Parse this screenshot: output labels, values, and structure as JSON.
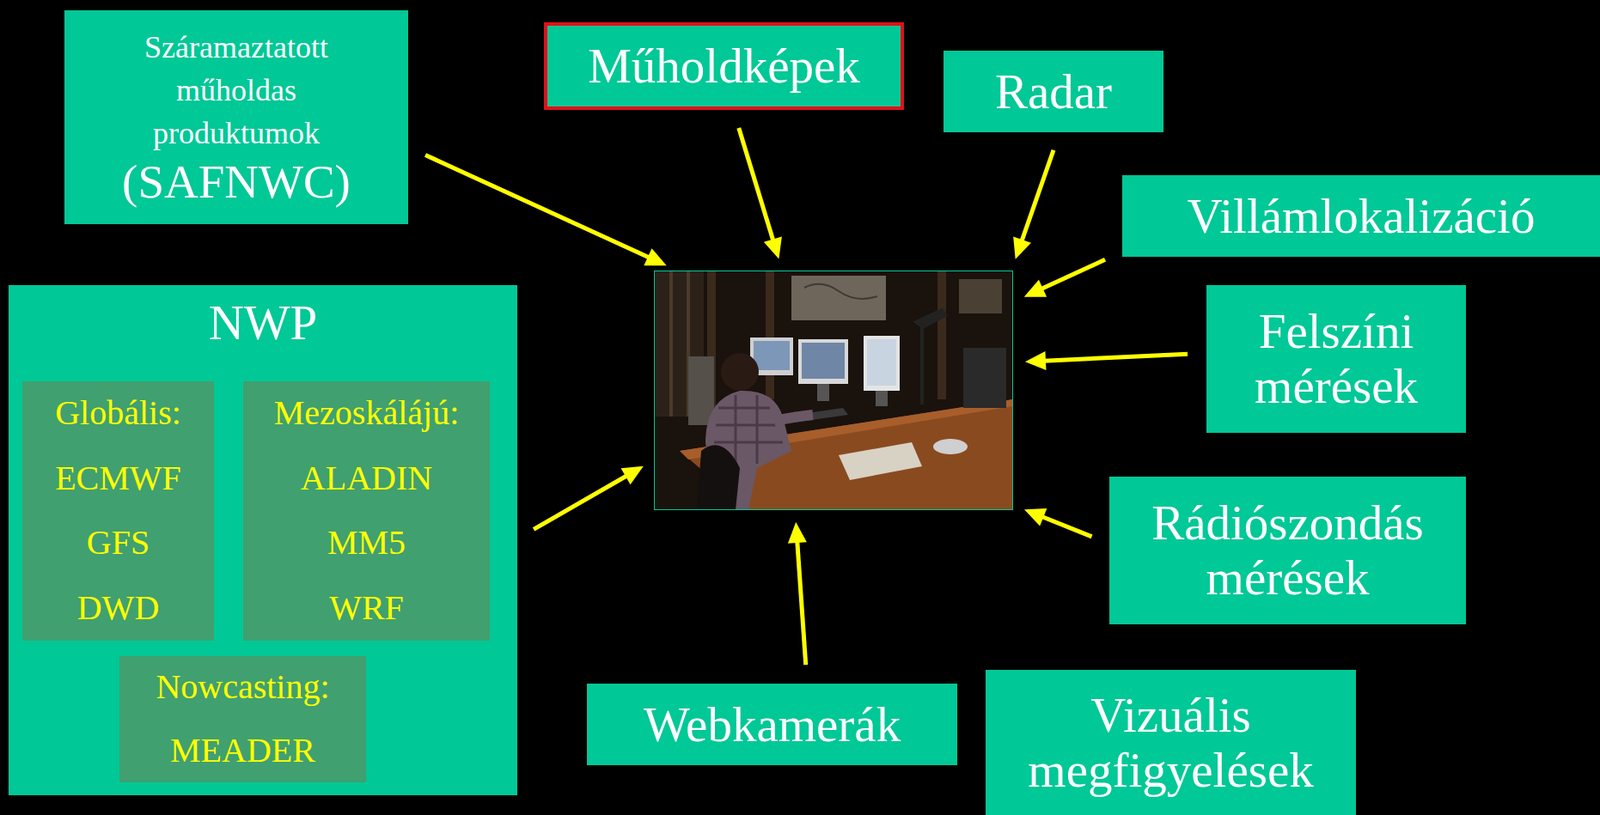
{
  "diagram": {
    "nodes": [
      {
        "text": [
          "Száramaztatott műholdas produktumok",
          "(SAFNWC)"
        ]
      },
      {
        "text": [
          "Műholdképek"
        ]
      },
      {
        "text": [
          "Radar"
        ]
      },
      {
        "text": [
          "Villámlokalizáció"
        ]
      },
      {
        "text": [
          "NWP"
        ]
      },
      {
        "text": [
          "Globális:",
          "ECMWF",
          "GFS",
          "DWD"
        ],
        "in": 4
      },
      {
        "text": [
          "Mezoskálájú:",
          "ALADIN",
          "MM5",
          "WRF"
        ],
        "in": 4
      },
      {
        "text": [
          "Nowcasting:",
          "MEADER"
        ],
        "in": 4
      },
      {
        "text": []
      },
      {
        "text": [
          "Felszíni mérések"
        ]
      },
      {
        "text": [
          "Rádiószondás mérések"
        ]
      },
      {
        "text": [
          "Webkamerák"
        ]
      },
      {
        "text": [
          "Vizuális megfigyelések"
        ]
      }
    ],
    "edges": [
      {
        "from": 0,
        "to": 8,
        "arrow": "to"
      },
      {
        "from": 1,
        "to": 8,
        "arrow": "to"
      },
      {
        "from": 2,
        "to": 8,
        "arrow": "to"
      },
      {
        "from": 3,
        "to": 8,
        "arrow": "to"
      },
      {
        "from": 4,
        "to": 8,
        "arrow": "to"
      },
      {
        "from": 9,
        "to": 8,
        "arrow": "to"
      },
      {
        "from": 10,
        "to": 8,
        "arrow": "to"
      },
      {
        "from": 11,
        "to": 8,
        "arrow": "to"
      }
    ]
  }
}
